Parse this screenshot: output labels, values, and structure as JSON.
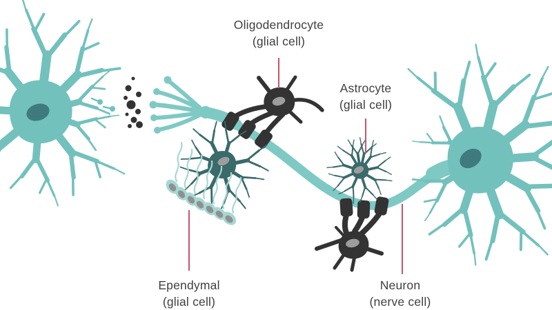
{
  "palette": {
    "background": "#ffffff",
    "neuron-body": "#72c1bd",
    "neuron-nucleus": "#3e7a7e",
    "axon": "#7fc9c5",
    "dark-cell": "#333333",
    "cell-nucleus-gray": "#9d9d9d",
    "glia-dark-teal": "#3a6a6a",
    "ependymal-body": "#a7d7d4",
    "ependymal-nucleus": "#8f9191",
    "vesicle-dots": "#333333",
    "pointer-line": "#c4556a",
    "label-text": "#3f3f3f"
  },
  "labels": [
    {
      "id": "oligodendrocyte",
      "name": "Oligodendrocyte",
      "sub": "(glial cell)"
    },
    {
      "id": "astrocyte",
      "name": "Astrocyte",
      "sub": "(glial cell)"
    },
    {
      "id": "ependymal",
      "name": "Ependymal",
      "sub": "(glial cell)"
    },
    {
      "id": "neuron",
      "name": "Neuron",
      "sub": "(nerve cell)"
    }
  ]
}
